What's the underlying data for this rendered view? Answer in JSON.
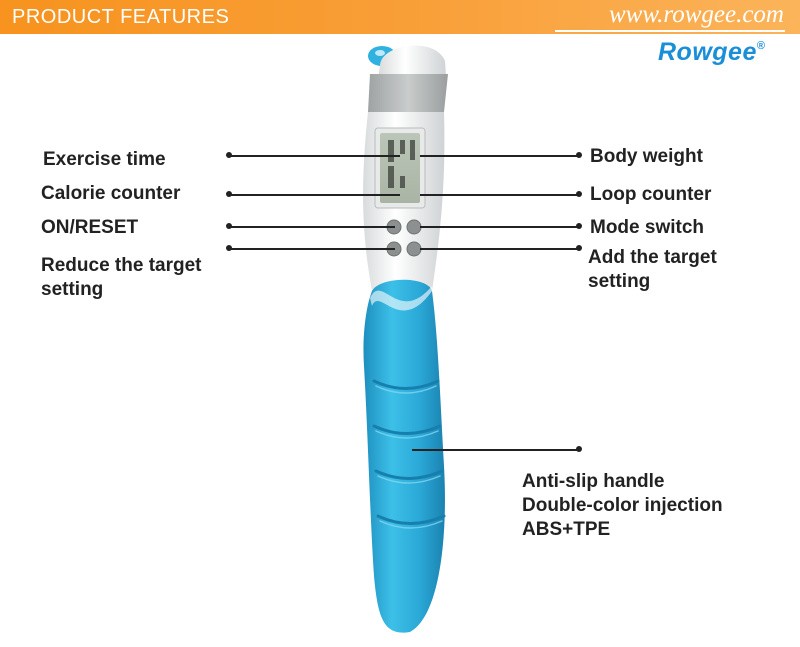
{
  "banner": {
    "title": "PRODUCT  FEATURES",
    "url": "www.rowgee.com"
  },
  "brand": {
    "name": "Rowgee",
    "registered_mark": "®"
  },
  "features_left": [
    {
      "label": "Exercise time"
    },
    {
      "label": "Calorie counter"
    },
    {
      "label": "ON/RESET"
    },
    {
      "label_line1": "Reduce the target",
      "label_line2": "setting"
    }
  ],
  "features_right": [
    {
      "label": "Body weight"
    },
    {
      "label": "Loop counter"
    },
    {
      "label": "Mode switch"
    },
    {
      "label_line1": "Add the target",
      "label_line2": "setting"
    }
  ],
  "handle_feature": {
    "line1": "Anti-slip handle",
    "line2": "Double-color injection",
    "line3": "ABS+TPE"
  },
  "colors": {
    "banner": "#f7931e",
    "product_blue": "#29a9d6",
    "brand_orange": "#ffa31a",
    "brand_blue": "#1a8fd8"
  }
}
